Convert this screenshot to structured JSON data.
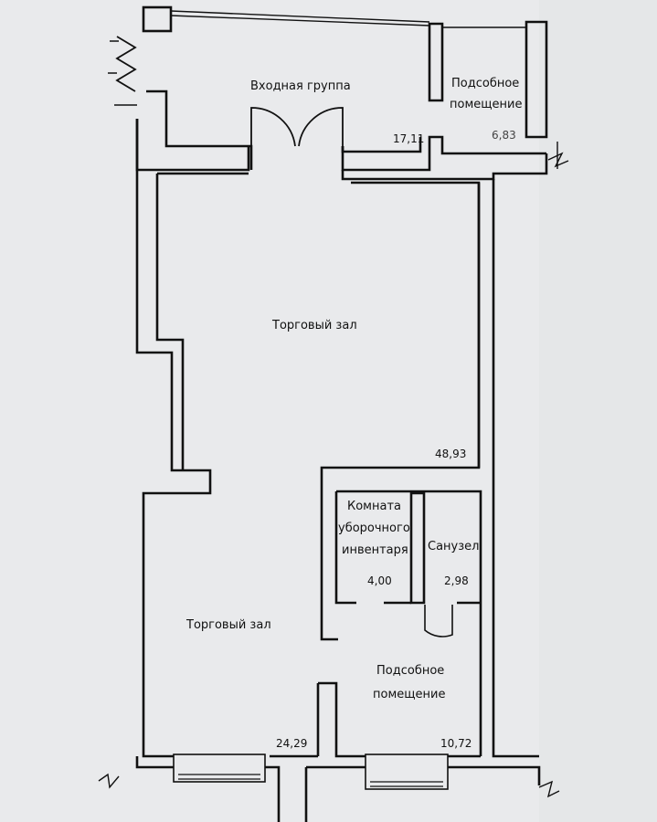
{
  "rooms": {
    "entrance": {
      "name": "Входная группа",
      "area": "17,11"
    },
    "utility_top": {
      "name_line1": "Подсобное",
      "name_line2": "помещение",
      "area": "6,83"
    },
    "sales_hall_main": {
      "name": "Торговый зал",
      "area": "48,93"
    },
    "cleaning_room": {
      "name_line1": "Комната",
      "name_line2": "уборочного",
      "name_line3": "инвентаря",
      "area": "4,00"
    },
    "bathroom": {
      "name": "Санузел",
      "area": "2,98"
    },
    "sales_hall_lower": {
      "name": "Торговый зал",
      "area": "24,29"
    },
    "utility_bottom": {
      "name_line1": "Подсобное",
      "name_line2": "помещение",
      "area": "10,72"
    }
  },
  "colors": {
    "background": "#e9eaec",
    "wall": "#111111",
    "paper_shadow": "#d9dadc"
  }
}
